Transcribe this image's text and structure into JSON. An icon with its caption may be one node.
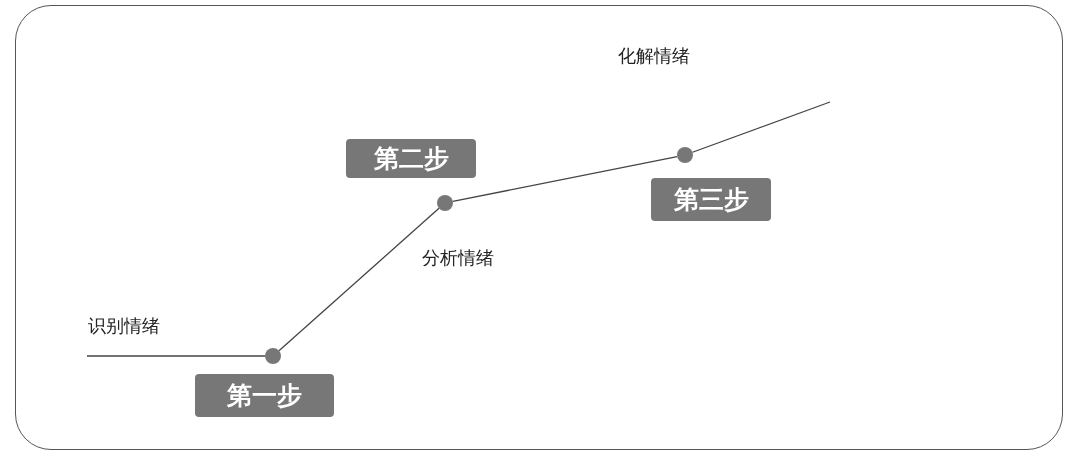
{
  "diagram": {
    "nodes": [
      {
        "text": [
          "第一步"
        ]
      },
      {
        "text": [
          "第二步"
        ]
      },
      {
        "text": [
          "第三步"
        ]
      },
      {
        "text": [],
        "shape": "circle"
      },
      {
        "text": [],
        "shape": "circle"
      },
      {
        "text": [],
        "shape": "circle"
      }
    ],
    "edges": [
      {
        "from": null,
        "to": 3,
        "arrow": "none"
      },
      {
        "from": 3,
        "to": 4,
        "arrow": "none"
      },
      {
        "from": 4,
        "to": 5,
        "arrow": "none"
      },
      {
        "from": 5,
        "to": null,
        "arrow": "none"
      }
    ],
    "labels": [
      "化解情绪",
      "分析情绪",
      "识别情绪"
    ]
  }
}
